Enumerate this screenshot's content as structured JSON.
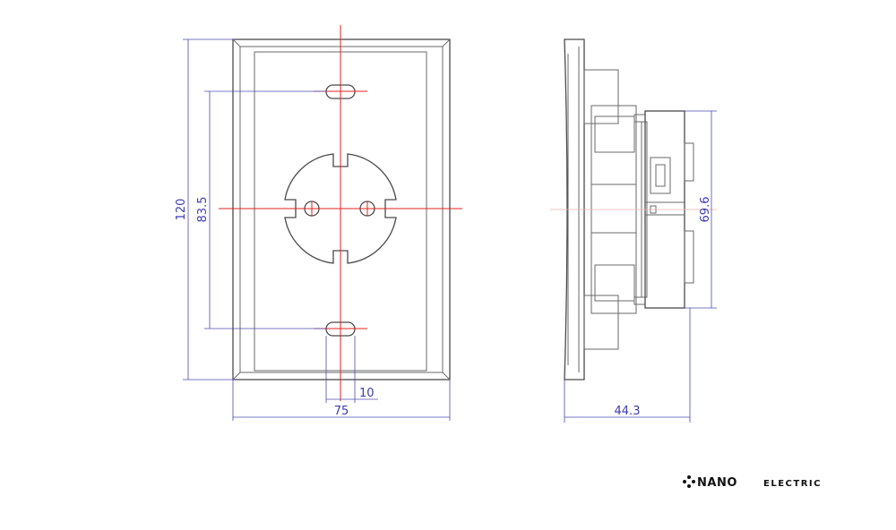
{
  "dimensions": {
    "front_height": "120",
    "mount_hole_spacing": "83.5",
    "plate_width": "75",
    "hole_offset": "10",
    "side_depth": "44.3",
    "side_module_height": "69.6"
  },
  "brand": {
    "name": "NANO",
    "suffix": "ELECTRIC",
    "logo_icon": "diamond-dot-logo-icon"
  },
  "colors": {
    "outline": "#4a4a4a",
    "centerline": "#e62020",
    "dimension": "#3c3cb4"
  }
}
